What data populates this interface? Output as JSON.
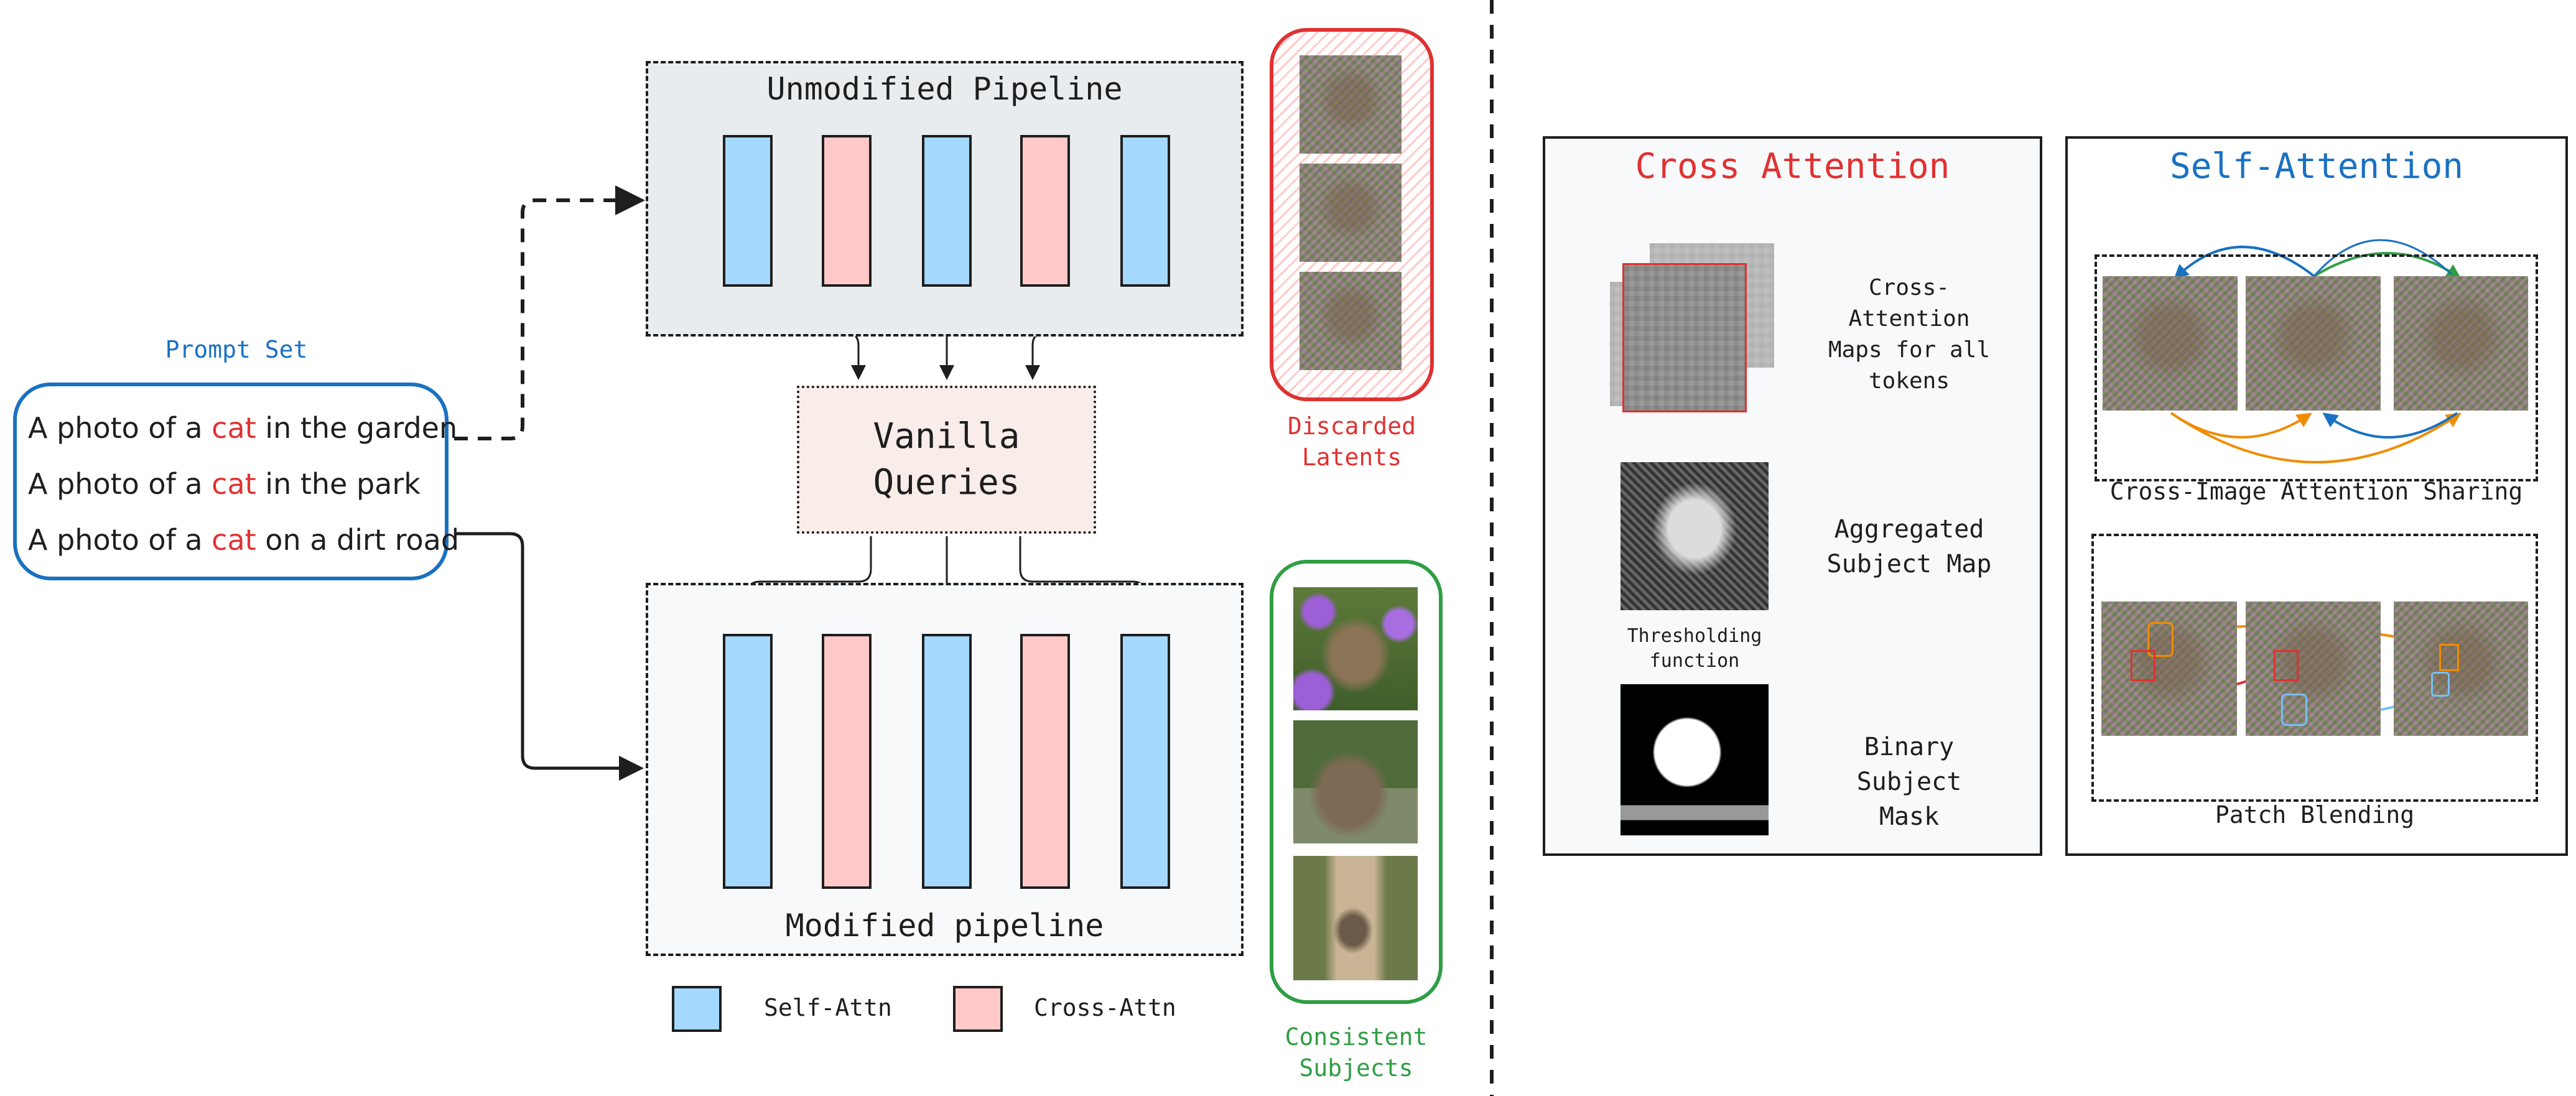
{
  "prompt_set": {
    "title": "Prompt Set",
    "prompts": [
      {
        "prefix": "A photo of a ",
        "subject": "cat",
        "suffix": " in the garden"
      },
      {
        "prefix": "A photo of a ",
        "subject": "cat",
        "suffix": " in the park"
      },
      {
        "prefix": "A photo of a ",
        "subject": "cat",
        "suffix": " on a dirt road"
      }
    ]
  },
  "unmodified_pipeline": {
    "title": "Unmodified Pipeline"
  },
  "vanilla_queries": {
    "line1": "Vanilla",
    "line2": "Queries"
  },
  "modified_pipeline": {
    "title": "Modified pipeline"
  },
  "legend": {
    "self_attn": "Self-Attn",
    "cross_attn": "Cross-Attn"
  },
  "discarded": {
    "line1": "Discarded",
    "line2": "Latents"
  },
  "consistent": {
    "line1": "Consistent",
    "line2": "Subjects"
  },
  "cross_attention": {
    "title": "Cross Attention",
    "maps_label": [
      "Cross-Attention",
      "Maps for all",
      "tokens"
    ],
    "aggregated_label": [
      "Aggregated",
      "Subject Map"
    ],
    "threshold_label": [
      "Thresholding",
      "function"
    ],
    "binary_label": [
      "Binary Subject",
      "Mask"
    ]
  },
  "self_attention": {
    "title": "Self-Attention",
    "sharing_label": "Cross-Image Attention Sharing",
    "blending_label": "Patch Blending"
  },
  "colors": {
    "red": "#e03131",
    "blue": "#1971c2",
    "green": "#2f9e44",
    "orange": "#f08c00",
    "self_attn": "#a5d8ff",
    "cross_attn": "#ffc9c9"
  }
}
